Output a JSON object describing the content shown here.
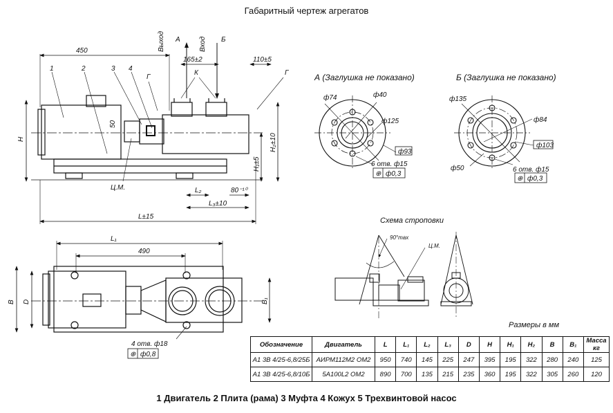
{
  "title": "Габаритный чертеж агрегатов",
  "caption": "1 Двигатель 2 Плита (рама) 3 Муфта 4 Кожух 5 Трехвинтовой насос",
  "units_note": "Размеры в мм",
  "flow": {
    "outlet": "Выход",
    "outlet_letter": "А",
    "inlet": "Вход",
    "inlet_letter": "Б"
  },
  "side_view": {
    "dim_450": "450",
    "dim_165": "165±2",
    "dim_110": "110±5",
    "callouts": [
      "1",
      "2",
      "3",
      "4",
      "Г",
      "Г",
      "К"
    ],
    "dim_50": "50",
    "dim_H": "H",
    "dim_H1": "H₁±5",
    "dim_H2": "H₂±10",
    "dim_L2": "L₂",
    "dim_80": "80⁻¹⁰",
    "dim_L3": "L₃±10",
    "dim_L": "L±15",
    "cm_label": "Ц.М."
  },
  "flange_a": {
    "title": "А (Заглушка не показано)",
    "d74": "ф74",
    "d40": "ф40",
    "d125": "ф125",
    "d93": "ф93",
    "holes": "6 отв. ф15",
    "tolerance": "ф0,3"
  },
  "flange_b": {
    "title": "Б (Заглушка не показано)",
    "d135": "ф135",
    "d84": "ф84",
    "d103": "ф103",
    "d50": "ф50",
    "holes": "6 отв. ф15",
    "tolerance": "ф0,3"
  },
  "sling": {
    "title": "Схема строповки",
    "angle": "90°max",
    "cm_label": "Ц.М."
  },
  "top_view": {
    "dim_L1": "L₁",
    "dim_490": "490",
    "dim_B": "B",
    "dim_D": "D",
    "dim_B1": "B₁",
    "holes": "4 отв. ф18",
    "tolerance": "ф0,8"
  },
  "table": {
    "headers": [
      "Обозначение",
      "Двигатель",
      "L",
      "L₁",
      "L₂",
      "L₃",
      "D",
      "H",
      "H₁",
      "H₂",
      "B",
      "B₁",
      "Масса кг"
    ],
    "rows": [
      [
        "А1 3В 4/25-6,8/25Б",
        "АИРМ112М2 ОМ2",
        "950",
        "740",
        "145",
        "225",
        "247",
        "395",
        "195",
        "322",
        "280",
        "240",
        "125"
      ],
      [
        "А1 3В 4/25-6,8/10Б",
        "5А100L2 ОМ2",
        "890",
        "700",
        "135",
        "215",
        "235",
        "360",
        "195",
        "322",
        "305",
        "260",
        "120"
      ]
    ]
  }
}
